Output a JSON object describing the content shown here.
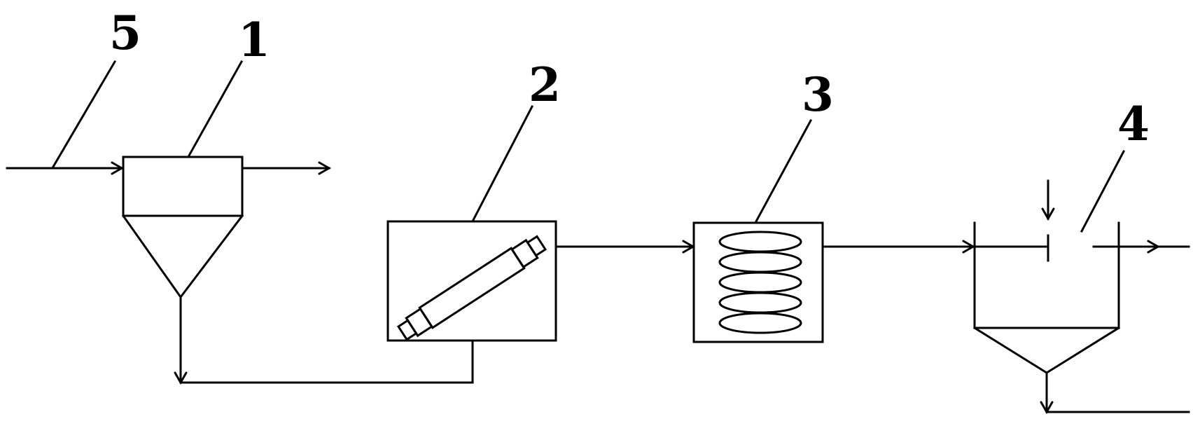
{
  "labels": {
    "item1": "1",
    "item2": "2",
    "item3": "3",
    "item4": "4",
    "item5": "5"
  },
  "colors": {
    "stroke": "#000000",
    "background": "#ffffff"
  }
}
